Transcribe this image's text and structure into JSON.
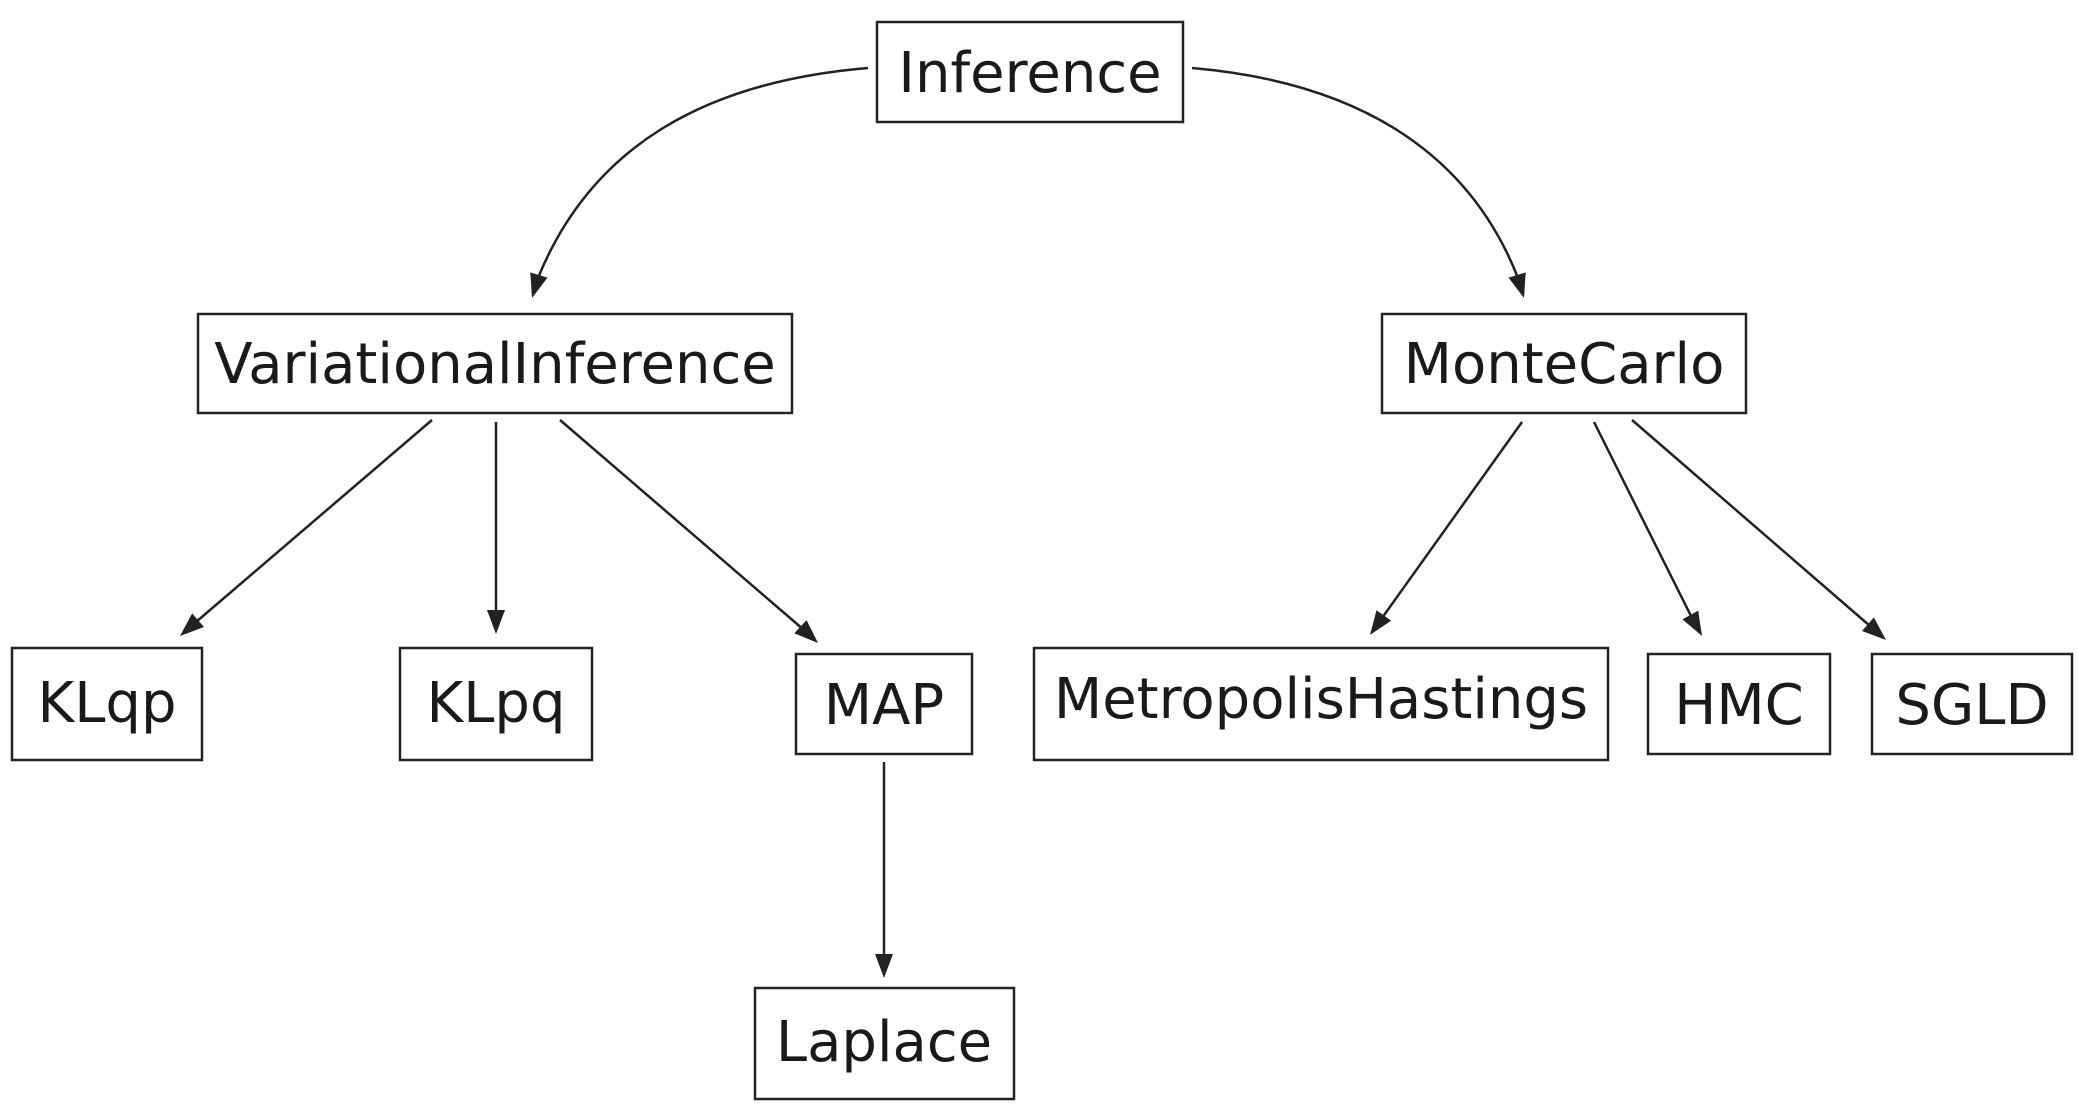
{
  "nodes": [
    {
      "id": "inference",
      "label": "Inference"
    },
    {
      "id": "variational",
      "label": "VariationalInference"
    },
    {
      "id": "montecarlo",
      "label": "MonteCarlo"
    },
    {
      "id": "klqp",
      "label": "KLqp"
    },
    {
      "id": "klpq",
      "label": "KLpq"
    },
    {
      "id": "map",
      "label": "MAP"
    },
    {
      "id": "laplace",
      "label": "Laplace"
    },
    {
      "id": "metropolis",
      "label": "MetropolisHastings"
    },
    {
      "id": "hmc",
      "label": "HMC"
    },
    {
      "id": "sgld",
      "label": "SGLD"
    }
  ],
  "edges": [
    {
      "from": "inference",
      "to": "variational"
    },
    {
      "from": "inference",
      "to": "montecarlo"
    },
    {
      "from": "variational",
      "to": "klqp"
    },
    {
      "from": "variational",
      "to": "klpq"
    },
    {
      "from": "variational",
      "to": "map"
    },
    {
      "from": "map",
      "to": "laplace"
    },
    {
      "from": "montecarlo",
      "to": "metropolis"
    },
    {
      "from": "montecarlo",
      "to": "hmc"
    },
    {
      "from": "montecarlo",
      "to": "sgld"
    }
  ]
}
